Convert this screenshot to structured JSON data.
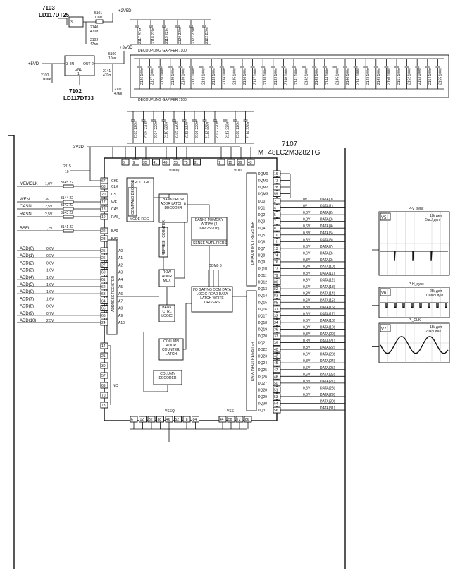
{
  "regulators": {
    "u7103_ref": "7103",
    "u7103_type": "LD117DT25",
    "u7102_ref": "7102",
    "u7102_type": "LD117DT33",
    "pin_in": "IN",
    "pin_out": "OUT",
    "pin_gnd": "GND",
    "pin3": "3",
    "pin2": "2",
    "pin1": "1",
    "p5v": "+5VD",
    "p25v": "+2V5D",
    "p33v": "+3V3D",
    "l5101": "5101",
    "l5101_val": "10мк",
    "l5100": "5100",
    "l5100_val": "10мк",
    "c2140": "2140",
    "c2140_val": "470п",
    "c2102": "2102",
    "c2102_val": "47мк",
    "c2100": "2100",
    "c2100_val": "100мк",
    "c2141": "2141",
    "c2141_val": "470п",
    "c2101": "2101",
    "c2101_val": "47мк"
  },
  "decoupling_top": {
    "caps": [
      "2117 47нк",
      "2118 220п",
      "2119 220п",
      "2120 220п",
      "2121 220п",
      "2122 220п"
    ],
    "label": "DECOUPLING GAP FER 7100"
  },
  "decoupling_bottom": {
    "caps": [
      "2126 100п",
      "2127 100п",
      "2128 100п",
      "2129 100п",
      "2130 100п",
      "2131 100п",
      "2132 100п",
      "2133 100п",
      "2134 100п",
      "2135 100п",
      "2136 100п",
      "2137 100п",
      "2138 100п",
      "2139 100п",
      "2140 100п",
      "2141 100п",
      "2142 100п",
      "2143 100п",
      "2144 100п",
      "2145 100п",
      "2146 100п",
      "2147 100п",
      "2148 100п",
      "2149 100п",
      "2150 100п",
      "2151 100п",
      "2152 100п",
      "2153 100п",
      "2154 100п",
      "2155 100п"
    ],
    "label": "DECOUPLING GAP FER 7100"
  },
  "decoupling_mid": {
    "caps": [
      "2103 220п",
      "2109 220п",
      "2104 220п",
      "2110 220п",
      "2105 220п",
      "2111 220п",
      "2106 220п",
      "2112 220п",
      "2107 220п",
      "2113 220п",
      "2108 220п",
      "2114 220п"
    ]
  },
  "chip": {
    "ref": "7107",
    "type": "MT48LC2M3282TG",
    "v3v3": "3V3D",
    "vddq": "VDDQ",
    "vdd": "VDD",
    "vssq": "VSSQ",
    "vss": "VSS",
    "vdd_pins": [
      "3",
      "9",
      "35",
      "41",
      "49",
      "55",
      "75",
      "81",
      "1",
      "15",
      "29",
      "43"
    ],
    "vss_pins": [
      "6",
      "12",
      "32",
      "38",
      "46",
      "52",
      "78",
      "84",
      "44",
      "58",
      "72",
      "86"
    ],
    "ctrl_logic": "CTRL LOGIC",
    "cmd_decode": "COMMAND DECODE",
    "mode_reg": "MODE REG",
    "bank0_row": "BANK0 ROW ADDR LATCH & DECODER",
    "bank0_mem": "BANK0 MEMORY ARRAY (4 096x256x16)",
    "sense_amp": "SENSE AMPLIFIERS",
    "refresh": "REFRESH COUNTER",
    "row_mux": "ROW ADDR MUX",
    "bank_ctrl": "BANK CTRL LOGIC",
    "col_counter": "COLUMN ADDR COUNTER/ LATCH",
    "col_decoder": "COLUMN DECODER",
    "io_gating": "I/O GATING DQM DATA LOGIC READ DATA LATCH WRITE DRIVERS",
    "dqm_label": "DQM0 3",
    "addr_reg": "ADDRESS REGISTER",
    "data_out_reg": "DATA OUTPUT REGISTER",
    "data_in_reg": "DATA INPUT REGISTER",
    "nc": "NC",
    "c2115": "2115",
    "c2115_val": "10"
  },
  "control_signals": [
    {
      "net": "MEMCLK",
      "volt": "1,6V",
      "res": "3145 22",
      "pin": "68",
      "name": "CLK"
    },
    {
      "net": "WEN",
      "volt": "3V",
      "res": "3144 22",
      "pin": "17",
      "name": "WE"
    },
    {
      "net": "CASN",
      "volt": "2,5V",
      "res": "3142 22",
      "pin": "18",
      "name": "CAS"
    },
    {
      "net": "RASN",
      "volt": "2,5V",
      "res": "3143 22",
      "pin": "19",
      "name": "RAS_"
    },
    {
      "net": "BSEL",
      "volt": "1,2V",
      "res": "3141 22",
      "pin": "22",
      "name": "BA0"
    }
  ],
  "cke": {
    "pin": "67",
    "name": "CKE"
  },
  "cs": {
    "pin": "20",
    "name": "CS"
  },
  "ba1": {
    "pin": "23",
    "name": "BA1"
  },
  "address": [
    {
      "net": "ADD(0)",
      "volt": "0,6V",
      "pin": "25",
      "name": "A0"
    },
    {
      "net": "ADD(1)",
      "volt": "0,5V",
      "pin": "26",
      "name": "A1"
    },
    {
      "net": "ADD(2)",
      "volt": "0,6V",
      "pin": "27",
      "name": "A2"
    },
    {
      "net": "ADD(3)",
      "volt": "1,6V",
      "pin": "60",
      "name": "A3"
    },
    {
      "net": "ADD(4)",
      "volt": "1,6V",
      "pin": "61",
      "name": "A4"
    },
    {
      "net": "ADD(5)",
      "volt": "1,6V",
      "pin": "62",
      "name": "A5"
    },
    {
      "net": "ADD(6)",
      "volt": "1,6V",
      "pin": "63",
      "name": "A6"
    },
    {
      "net": "ADD(7)",
      "volt": "1,6V",
      "pin": "64",
      "name": "A7"
    },
    {
      "net": "ADD(8)",
      "volt": "0,6V",
      "pin": "65",
      "name": "A8"
    },
    {
      "net": "ADD(9)",
      "volt": "0,7V",
      "pin": "66",
      "name": "A9"
    },
    {
      "net": "ADD(10)",
      "volt": "2,5V",
      "pin": "24",
      "name": "A10"
    }
  ],
  "nc_pins": [
    "14",
    "21",
    "30",
    "57",
    "69",
    "70",
    "73"
  ],
  "dqm": [
    {
      "name": "DQM0",
      "pin": "16"
    },
    {
      "name": "DQM1",
      "pin": "71"
    },
    {
      "name": "DQM2",
      "pin": "28"
    },
    {
      "name": "DQM3",
      "pin": "59"
    }
  ],
  "dq": [
    {
      "name": "DQ0",
      "pin": "2",
      "volt": "0V",
      "net": "DATA(0)"
    },
    {
      "name": "DQ1",
      "pin": "4",
      "volt": "0V",
      "net": "DATA(1)"
    },
    {
      "name": "DQ2",
      "pin": "5",
      "volt": "0,6V",
      "net": "DATA(2)"
    },
    {
      "name": "DQ3",
      "pin": "7",
      "volt": "0,3V",
      "net": "DATA(3)"
    },
    {
      "name": "DQ4",
      "pin": "8",
      "volt": "0,6V",
      "net": "DATA(4)"
    },
    {
      "name": "DQ5",
      "pin": "10",
      "volt": "0,3V",
      "net": "DATA(5)"
    },
    {
      "name": "DQ6",
      "pin": "11",
      "volt": "0,3V",
      "net": "DATA(6)"
    },
    {
      "name": "DQ7",
      "pin": "13",
      "volt": "0,6V",
      "net": "DATA(7)"
    },
    {
      "name": "DQ8",
      "pin": "74",
      "volt": "0,6V",
      "net": "DATA(8)"
    },
    {
      "name": "DQ9",
      "pin": "76",
      "volt": "0,3V",
      "net": "DATA(9)"
    },
    {
      "name": "DQ10",
      "pin": "77",
      "volt": "0,3V",
      "net": "DATA(10)"
    },
    {
      "name": "DQ11",
      "pin": "79",
      "volt": "0,3V",
      "net": "DATA(11)"
    },
    {
      "name": "DQ12",
      "pin": "80",
      "volt": "0,3V",
      "net": "DATA(12)"
    },
    {
      "name": "DQ13",
      "pin": "82",
      "volt": "0,6V",
      "net": "DATA(13)"
    },
    {
      "name": "DQ14",
      "pin": "83",
      "volt": "0,3V",
      "net": "DATA(14)"
    },
    {
      "name": "DQ15",
      "pin": "85",
      "volt": "0,6V",
      "net": "DATA(15)"
    },
    {
      "name": "DQ16",
      "pin": "31",
      "volt": "0,3V",
      "net": "DATA(16)"
    },
    {
      "name": "DQ17",
      "pin": "33",
      "volt": "0,6V",
      "net": "DATA(17)"
    },
    {
      "name": "DQ18",
      "pin": "34",
      "volt": "0,6V",
      "net": "DATA(18)"
    },
    {
      "name": "DQ19",
      "pin": "36",
      "volt": "0,3V",
      "net": "DATA(19)"
    },
    {
      "name": "DQ20",
      "pin": "37",
      "volt": "0,3V",
      "net": "DATA(20)"
    },
    {
      "name": "DQ21",
      "pin": "39",
      "volt": "0,3V",
      "net": "DATA(21)"
    },
    {
      "name": "DQ22",
      "pin": "40",
      "volt": "0,3V",
      "net": "DATA(22)"
    },
    {
      "name": "DQ23",
      "pin": "42",
      "volt": "0,6V",
      "net": "DATA(23)"
    },
    {
      "name": "DQ24",
      "pin": "45",
      "volt": "0,3V",
      "net": "DATA(24)"
    },
    {
      "name": "DQ25",
      "pin": "47",
      "volt": "0,6V",
      "net": "DATA(25)"
    },
    {
      "name": "DQ26",
      "pin": "48",
      "volt": "0,6V",
      "net": "DATA(26)"
    },
    {
      "name": "DQ27",
      "pin": "50",
      "volt": "0,3V",
      "net": "DATA(27)"
    },
    {
      "name": "DQ28",
      "pin": "51",
      "volt": "0,6V",
      "net": "DATA(28)"
    },
    {
      "name": "DQ29",
      "pin": "53",
      "volt": "0,6V",
      "net": "DATA(29)"
    },
    {
      "name": "DQ30",
      "pin": "54",
      "volt": "",
      "net": "DATA(30)"
    },
    {
      "name": "DQ31",
      "pin": "56",
      "volt": "",
      "net": "DATA(31)"
    }
  ],
  "scopes": [
    {
      "title": "P-V_sync",
      "id": "V5",
      "scale1": "1В/ дел",
      "scale2": "5мс/ дел"
    },
    {
      "title": "P-H_sync",
      "id": "V6",
      "scale1": "2В/ дел",
      "scale2": "10мкс/ дел"
    },
    {
      "title": "P _CLK",
      "id": "V7",
      "scale1": "1В/ дел",
      "scale2": "20нс/ дел"
    }
  ]
}
